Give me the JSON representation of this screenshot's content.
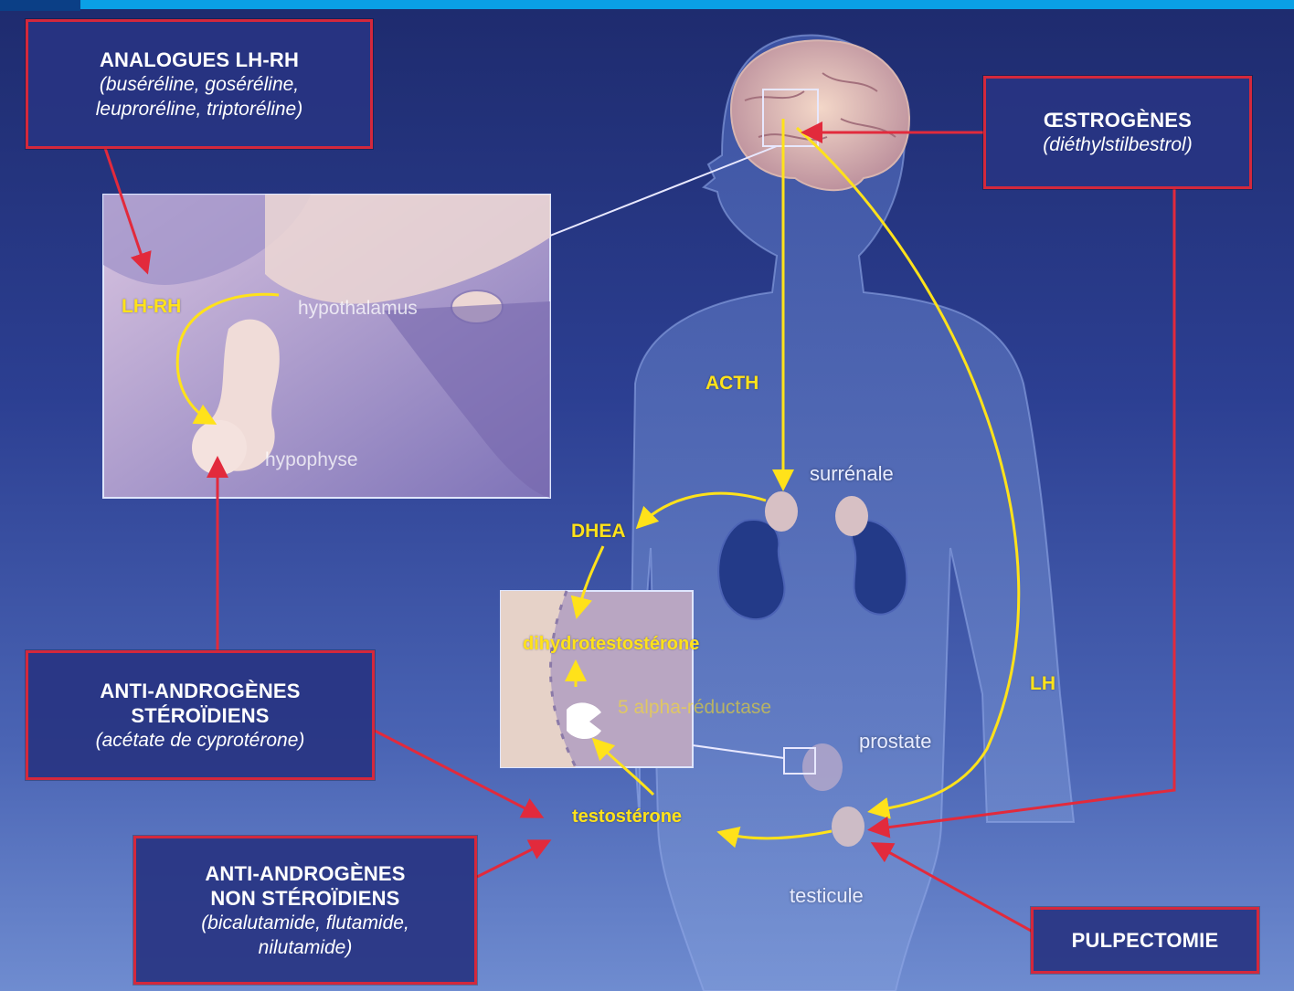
{
  "boxes": {
    "analogues": {
      "title": "ANALOGUES LH-RH",
      "subtitle": "(buséréline, goséréline, leuproréline, triptoréline)"
    },
    "oestrogenes": {
      "title": "ŒSTROGÈNES",
      "subtitle": "(diéthylstilbestrol)"
    },
    "anti_steroidiens": {
      "title": "ANTI-ANDROGÈNES STÉROÏDIENS",
      "subtitle": "(acétate de cyprotérone)"
    },
    "anti_non_steroidiens": {
      "title": "ANTI-ANDROGÈNES NON STÉROÏDIENS",
      "subtitle": "(bicalutamide, flutamide, nilutamide)"
    },
    "pulpectomie": {
      "title": "PULPECTOMIE"
    }
  },
  "labels": {
    "lhrh": "LH-RH",
    "hypothalamus": "hypothalamus",
    "hypophyse": "hypophyse",
    "acth": "ACTH",
    "surrenale": "surrénale",
    "dhea": "DHEA",
    "dihydrotestosterone": "dihydrotestostérone",
    "alpha_reductase": "5 alpha-réductase",
    "prostate": "prostate",
    "lh": "LH",
    "testosterone": "testostérone",
    "testicule": "testicule"
  },
  "colors": {
    "background_top": "#1e2b6e",
    "background_bottom": "#6f8cd0",
    "box_border": "#d4283c",
    "hormone_arrow": "#ffe21a",
    "inhibition_arrow": "#e22a3c",
    "top_bar": "#0aa0e6"
  }
}
